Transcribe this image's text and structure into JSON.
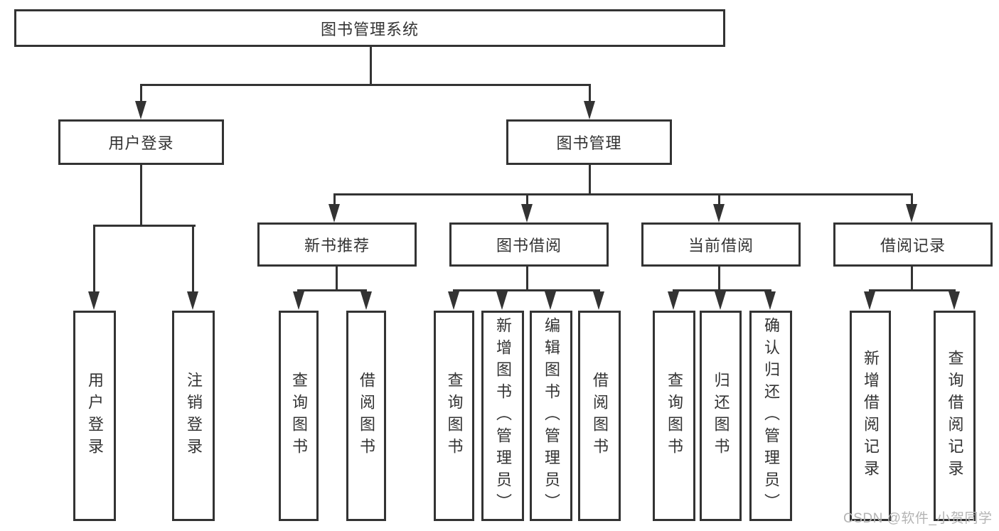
{
  "diagram": {
    "root": {
      "label": "图书管理系统"
    },
    "branches": [
      {
        "label": "用户登录",
        "children": [
          {
            "label": "用户登录"
          },
          {
            "label": "注销登录"
          }
        ]
      },
      {
        "label": "图书管理",
        "sections": [
          {
            "label": "新书推荐",
            "children": [
              {
                "label": "查询图书"
              },
              {
                "label": "借阅图书"
              }
            ]
          },
          {
            "label": "图书借阅",
            "children": [
              {
                "label": "查询图书"
              },
              {
                "label": "新增图书（管理员）"
              },
              {
                "label": "编辑图书（管理员）"
              },
              {
                "label": "借阅图书"
              }
            ]
          },
          {
            "label": "当前借阅",
            "children": [
              {
                "label": "查询图书"
              },
              {
                "label": "归还图书"
              },
              {
                "label": "确认归还（管理员）"
              }
            ]
          },
          {
            "label": "借阅记录",
            "children": [
              {
                "label": "新增借阅记录"
              },
              {
                "label": "查询借阅记录"
              }
            ]
          }
        ]
      }
    ]
  },
  "watermark": {
    "text": "CSDN @软件_小贺同学"
  },
  "colors": {
    "line": "#333333",
    "text": "#333333",
    "background": "#ffffff",
    "watermark": "#b4b4b4"
  }
}
